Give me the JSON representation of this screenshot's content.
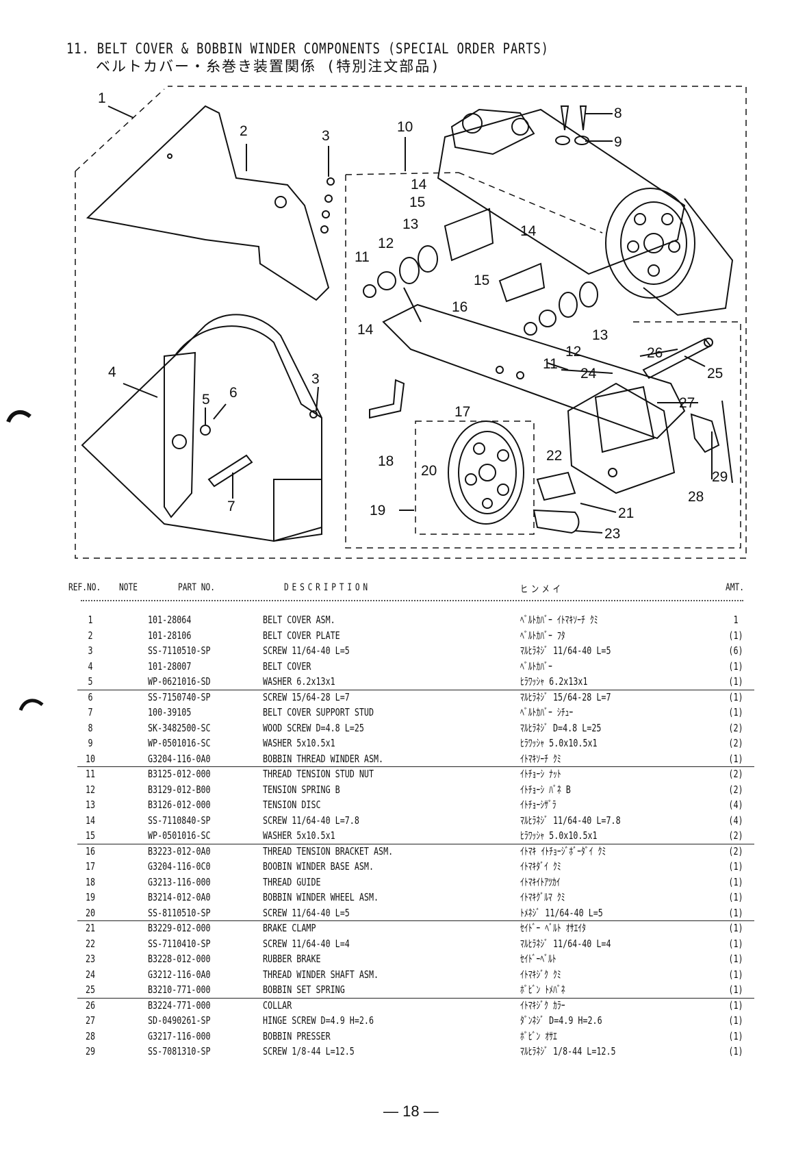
{
  "section": {
    "title": "11. BELT COVER & BOBBIN WINDER COMPONENTS (SPECIAL ORDER PARTS)",
    "subtitle": "ベルトカバー・糸巻き装置関係 (特別注文部品)"
  },
  "callouts": [
    "1",
    "2",
    "3",
    "3",
    "4",
    "5",
    "6",
    "7",
    "8",
    "9",
    "10",
    "11",
    "12",
    "13",
    "14",
    "14",
    "15",
    "15",
    "16",
    "17",
    "18",
    "19",
    "20",
    "21",
    "22",
    "23",
    "24",
    "25",
    "26",
    "27",
    "28",
    "29",
    "12",
    "13",
    "11",
    "14"
  ],
  "table": {
    "headers": {
      "ref": "REF.NO.",
      "note": "NOTE",
      "part": "PART NO.",
      "desc": "DESCRIPTION",
      "kana": "ヒンメイ",
      "amt": "AMT."
    },
    "rows": [
      {
        "ref": "1",
        "part": "101-28064",
        "desc": "BELT COVER ASM.",
        "kana": "ﾍﾞﾙﾄｶﾊﾞｰ ｲﾄﾏｷｿｰﾁ ｸﾐ",
        "amt": "1"
      },
      {
        "ref": "2",
        "part": "101-28106",
        "desc": "BELT COVER PLATE",
        "kana": "ﾍﾞﾙﾄｶﾊﾞｰ ﾌﾀ",
        "amt": "(1)"
      },
      {
        "ref": "3",
        "part": "SS-7110510-SP",
        "desc": "SCREW 11/64-40 L=5",
        "kana": "ﾏﾙﾋﾗﾈｼﾞ 11/64-40 L=5",
        "amt": "(6)"
      },
      {
        "ref": "4",
        "part": "101-28007",
        "desc": "BELT COVER",
        "kana": "ﾍﾞﾙﾄｶﾊﾞｰ",
        "amt": "(1)"
      },
      {
        "ref": "5",
        "part": "WP-0621016-SD",
        "desc": "WASHER 6.2x13x1",
        "kana": "ﾋﾗﾜｯｼｬ 6.2x13x1",
        "amt": "(1)"
      },
      {
        "ref": "6",
        "part": "SS-7150740-SP",
        "desc": "SCREW 15/64-28 L=7",
        "kana": "ﾏﾙﾋﾗﾈｼﾞ 15/64-28 L=7",
        "amt": "(1)"
      },
      {
        "ref": "7",
        "part": "100-39105",
        "desc": "BELT COVER SUPPORT STUD",
        "kana": "ﾍﾞﾙﾄｶﾊﾞｰ ｼﾁｭｰ",
        "amt": "(1)"
      },
      {
        "ref": "8",
        "part": "SK-3482500-SC",
        "desc": "WOOD SCREW D=4.8 L=25",
        "kana": "ﾏﾙﾋﾗﾈｼﾞ D=4.8 L=25",
        "amt": "(2)"
      },
      {
        "ref": "9",
        "part": "WP-0501016-SC",
        "desc": "WASHER 5x10.5x1",
        "kana": "ﾋﾗﾜｯｼｬ 5.0x10.5x1",
        "amt": "(2)"
      },
      {
        "ref": "10",
        "part": "G3204-116-0A0",
        "desc": "BOBBIN THREAD WINDER ASM.",
        "kana": "ｲﾄﾏｷｿｰﾁ ｸﾐ",
        "amt": "(1)"
      },
      {
        "ref": "11",
        "part": "B3125-012-000",
        "desc": "THREAD TENSION STUD NUT",
        "kana": "ｲﾄﾁｮｰｼ ﾅｯﾄ",
        "amt": "(2)"
      },
      {
        "ref": "12",
        "part": "B3129-012-B00",
        "desc": "TENSION SPRING B",
        "kana": "ｲﾄﾁｮｰｼ ﾊﾞﾈ B",
        "amt": "(2)"
      },
      {
        "ref": "13",
        "part": "B3126-012-000",
        "desc": "TENSION DISC",
        "kana": "ｲﾄﾁｮｰｼｻﾞﾗ",
        "amt": "(4)"
      },
      {
        "ref": "14",
        "part": "SS-7110840-SP",
        "desc": "SCREW 11/64-40 L=7.8",
        "kana": "ﾏﾙﾋﾗﾈｼﾞ 11/64-40 L=7.8",
        "amt": "(4)"
      },
      {
        "ref": "15",
        "part": "WP-0501016-SC",
        "desc": "WASHER 5x10.5x1",
        "kana": "ﾋﾗﾜｯｼｬ 5.0x10.5x1",
        "amt": "(2)"
      },
      {
        "ref": "16",
        "part": "B3223-012-0A0",
        "desc": "THREAD TENSION BRACKET ASM.",
        "kana": "ｲﾄﾏｷ ｲﾄﾁｮｰｼﾞﾎﾞｰﾀﾞｲ ｸﾐ",
        "amt": "(2)"
      },
      {
        "ref": "17",
        "part": "G3204-116-0C0",
        "desc": "BOOBIN WINDER BASE ASM.",
        "kana": "ｲﾄﾏｷﾀﾞｲ ｸﾐ",
        "amt": "(1)"
      },
      {
        "ref": "18",
        "part": "G3213-116-000",
        "desc": "THREAD GUIDE",
        "kana": "ｲﾄﾏｷｲﾄｱﾂｶｲ",
        "amt": "(1)"
      },
      {
        "ref": "19",
        "part": "B3214-012-0A0",
        "desc": "BOBBIN WINDER WHEEL ASM.",
        "kana": "ｲﾄﾏｷｸﾞﾙﾏ ｸﾐ",
        "amt": "(1)"
      },
      {
        "ref": "20",
        "part": "SS-8110510-SP",
        "desc": "SCREW 11/64-40 L=5",
        "kana": "ﾄﾒﾈｼﾞ 11/64-40 L=5",
        "amt": "(1)"
      },
      {
        "ref": "21",
        "part": "B3229-012-000",
        "desc": "BRAKE CLAMP",
        "kana": "ｾｲﾄﾞｰ ﾍﾞﾙﾄ ｵｻｴｲﾀ",
        "amt": "(1)"
      },
      {
        "ref": "22",
        "part": "SS-7110410-SP",
        "desc": "SCREW 11/64-40 L=4",
        "kana": "ﾏﾙﾋﾗﾈｼﾞ 11/64-40 L=4",
        "amt": "(1)"
      },
      {
        "ref": "23",
        "part": "B3228-012-000",
        "desc": "RUBBER BRAKE",
        "kana": "ｾｲﾄﾞｰﾍﾞﾙﾄ",
        "amt": "(1)"
      },
      {
        "ref": "24",
        "part": "G3212-116-0A0",
        "desc": "THREAD WINDER SHAFT ASM.",
        "kana": "ｲﾄﾏｷｼﾞｸ ｸﾐ",
        "amt": "(1)"
      },
      {
        "ref": "25",
        "part": "B3210-771-000",
        "desc": "BOBBIN SET SPRING",
        "kana": "ﾎﾞﾋﾞﾝ ﾄﾒﾊﾞﾈ",
        "amt": "(1)"
      },
      {
        "ref": "26",
        "part": "B3224-771-000",
        "desc": "COLLAR",
        "kana": "ｲﾄﾏｷｼﾞｸ ｶﾗｰ",
        "amt": "(1)"
      },
      {
        "ref": "27",
        "part": "SD-0490261-SP",
        "desc": "HINGE SCREW D=4.9 H=2.6",
        "kana": "ﾀﾞﾝﾈｼﾞ D=4.9 H=2.6",
        "amt": "(1)"
      },
      {
        "ref": "28",
        "part": "G3217-116-000",
        "desc": "BOBBIN PRESSER",
        "kana": "ﾎﾞﾋﾞﾝ ｵｻｴ",
        "amt": "(1)"
      },
      {
        "ref": "29",
        "part": "SS-7081310-SP",
        "desc": "SCREW 1/8-44 L=12.5",
        "kana": "ﾏﾙﾋﾗﾈｼﾞ 1/8-44 L=12.5",
        "amt": "(1)"
      }
    ]
  },
  "page_number": "— 18 —"
}
